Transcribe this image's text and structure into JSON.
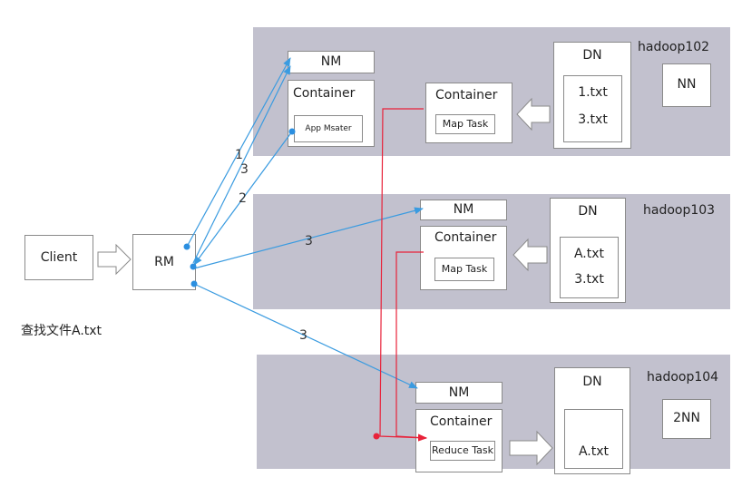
{
  "client": {
    "label": "Client",
    "query": "查找文件A.txt"
  },
  "rm": {
    "label": "RM"
  },
  "hosts": [
    {
      "name": "hadoop102",
      "nm": "NM",
      "container_am": {
        "title": "Container",
        "task": "App Msater"
      },
      "container_map": {
        "title": "Container",
        "task": "Map Task"
      },
      "dn": {
        "title": "DN",
        "files": [
          "1.txt",
          "3.txt"
        ]
      },
      "extra": "NN"
    },
    {
      "name": "hadoop103",
      "nm": "NM",
      "container_map": {
        "title": "Container",
        "task": "Map Task"
      },
      "dn": {
        "title": "DN",
        "files": [
          "A.txt",
          "3.txt"
        ]
      }
    },
    {
      "name": "hadoop104",
      "nm": "NM",
      "container_reduce": {
        "title": "Container",
        "task": "Reduce Task"
      },
      "dn": {
        "title": "DN",
        "files": [
          "A.txt"
        ]
      },
      "extra": "2NN"
    }
  ],
  "edge_labels": {
    "submit": "1",
    "register": "2",
    "resource_102": "3",
    "resource_103": "3",
    "resource_104": "3"
  },
  "colors": {
    "host_bg": "#c2c1ce",
    "blue_arrow": "#3a9be0",
    "red_line": "#e8223a",
    "border": "#8a8a8a"
  }
}
